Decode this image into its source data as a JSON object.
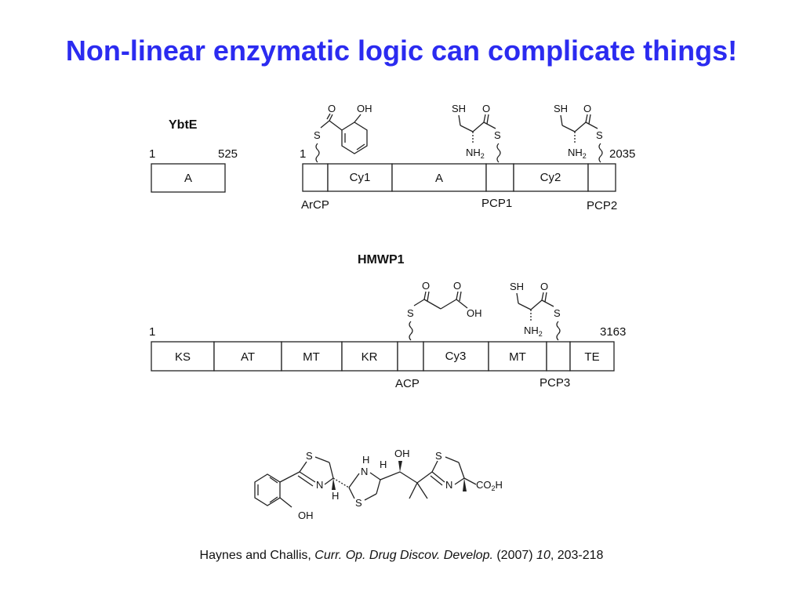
{
  "title": "Non-linear enzymatic logic can complicate things!",
  "ybte": {
    "name": "YbtE",
    "start": "1",
    "end": "525",
    "domains": [
      "A"
    ]
  },
  "hmwp2": {
    "start": "1",
    "end": "2035",
    "domains": [
      "",
      "Cy1",
      "A",
      "",
      "Cy2",
      ""
    ],
    "carrier_labels": [
      "ArCP",
      "PCP1",
      "PCP2"
    ]
  },
  "hmwp1": {
    "name": "HMWP1",
    "start": "1",
    "end": "3163",
    "domains": [
      "KS",
      "AT",
      "MT",
      "KR",
      "",
      "Cy3",
      "MT",
      "",
      "TE"
    ],
    "carrier_labels": [
      "ACP",
      "PCP3"
    ]
  },
  "chem": {
    "O": "O",
    "OH": "OH",
    "S": "S",
    "SH": "SH",
    "N": "N",
    "H": "H",
    "NH2": "NH",
    "sub2": "2",
    "CO2H_a": "CO",
    "CO2H_b": "H"
  },
  "citation": {
    "authors": "Haynes and Challis, ",
    "journal": "Curr. Op. Drug Discov. Develop.",
    "year": " (2007) ",
    "volume": "10",
    "pages": ", 203-218"
  }
}
